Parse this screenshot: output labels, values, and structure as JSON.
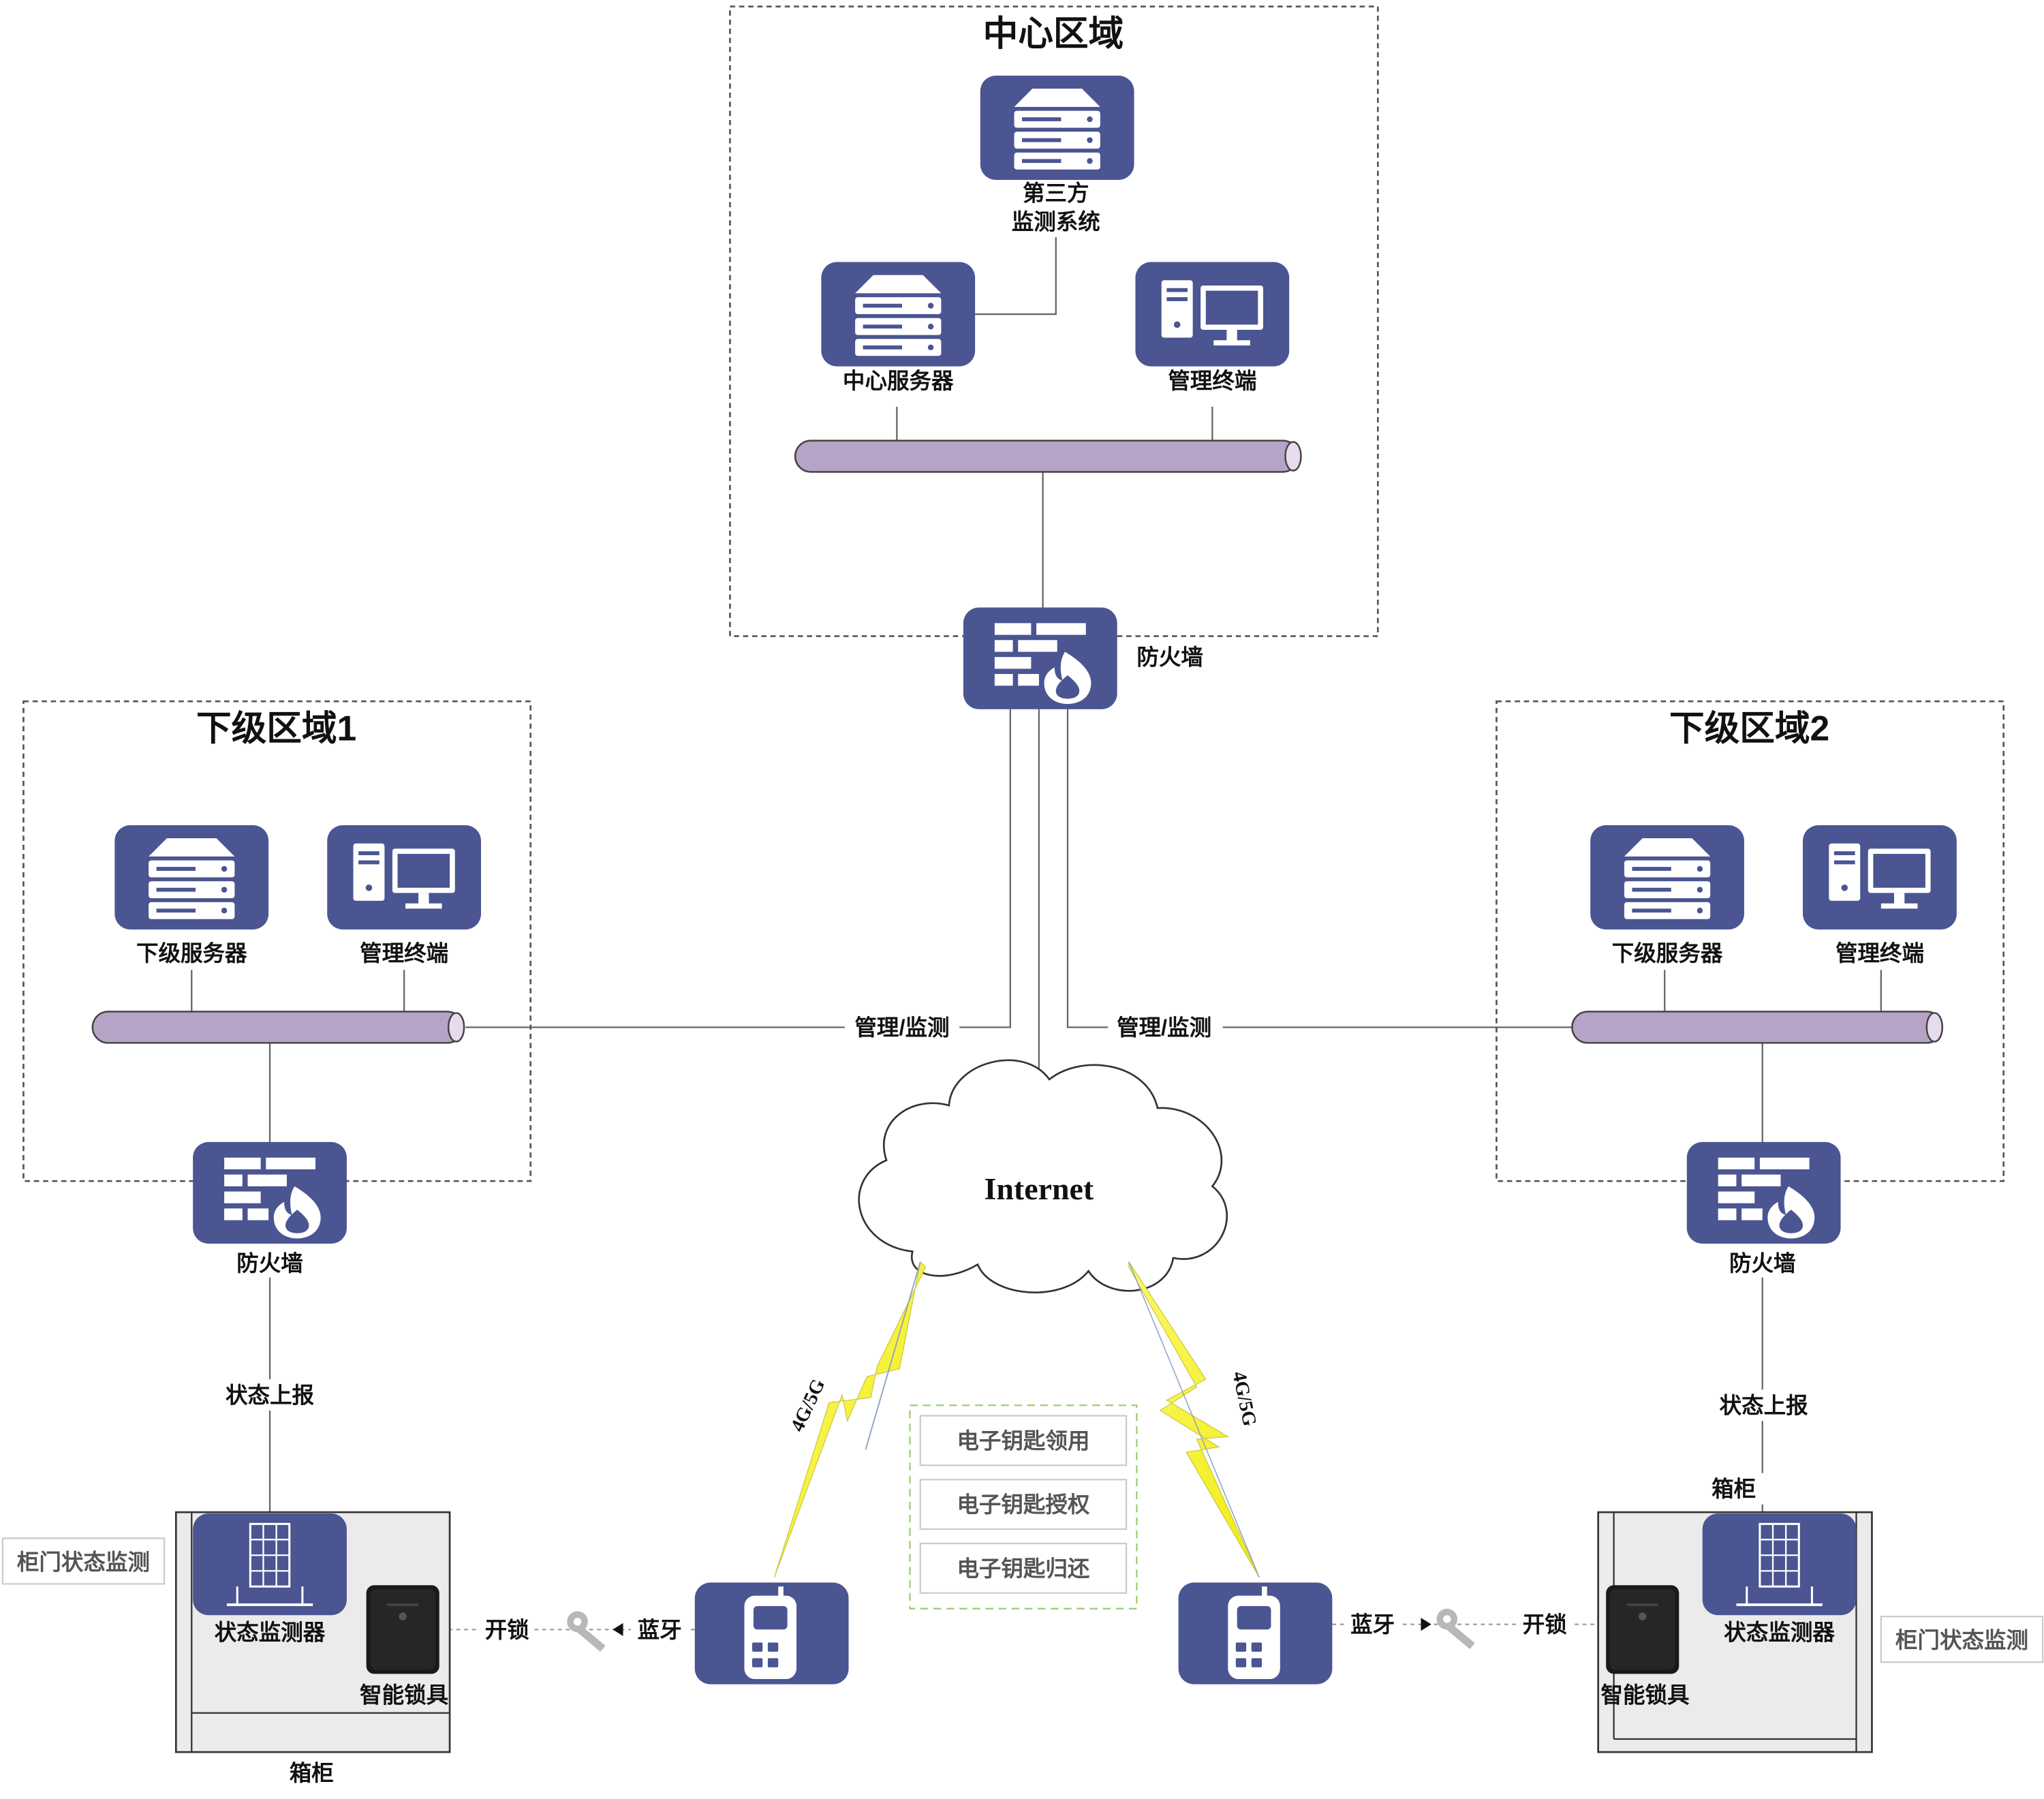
{
  "regions": {
    "center": {
      "title": "中心区域",
      "third_party_server_label": "第三方\n监测系统",
      "center_server_label": "中心服务器",
      "mgmt_terminal_label": "管理终端"
    },
    "sub1": {
      "title": "下级区域1",
      "server_label": "下级服务器",
      "mgmt_terminal_label": "管理终端"
    },
    "sub2": {
      "title": "下级区域2",
      "server_label": "下级服务器",
      "mgmt_terminal_label": "管理终端"
    }
  },
  "center_firewall_label": "防火墙",
  "sub1_firewall_label": "防火墙",
  "sub2_firewall_label": "防火墙",
  "link_labels": {
    "mgmt_monitor_left": "管理/监测",
    "mgmt_monitor_right": "管理/监测",
    "status_report_left": "状态上报",
    "status_report_right": "状态上报",
    "network_left": "4G/5G",
    "network_right": "4G/5G",
    "bluetooth_left": "蓝牙",
    "bluetooth_right": "蓝牙",
    "unlock_left": "开锁",
    "unlock_right": "开锁"
  },
  "internet_label": "Internet",
  "key_functions": [
    "电子钥匙领用",
    "电子钥匙授权",
    "电子钥匙归还"
  ],
  "cabinet_left": {
    "monitor_label": "状态监测器",
    "lock_label": "智能锁具",
    "cabinet_label": "箱柜",
    "door_monitoring_label": "柜门状态监测"
  },
  "cabinet_right": {
    "monitor_label": "状态监测器",
    "lock_label": "智能锁具",
    "cabinet_label": "箱柜",
    "door_monitoring_label": "柜门状态监测"
  },
  "colors": {
    "icon_tile": "#4a5592",
    "bus_pipe": "#b6a3c6",
    "lightning": "#f4f018",
    "function_box_border": "#9ccf6e"
  }
}
